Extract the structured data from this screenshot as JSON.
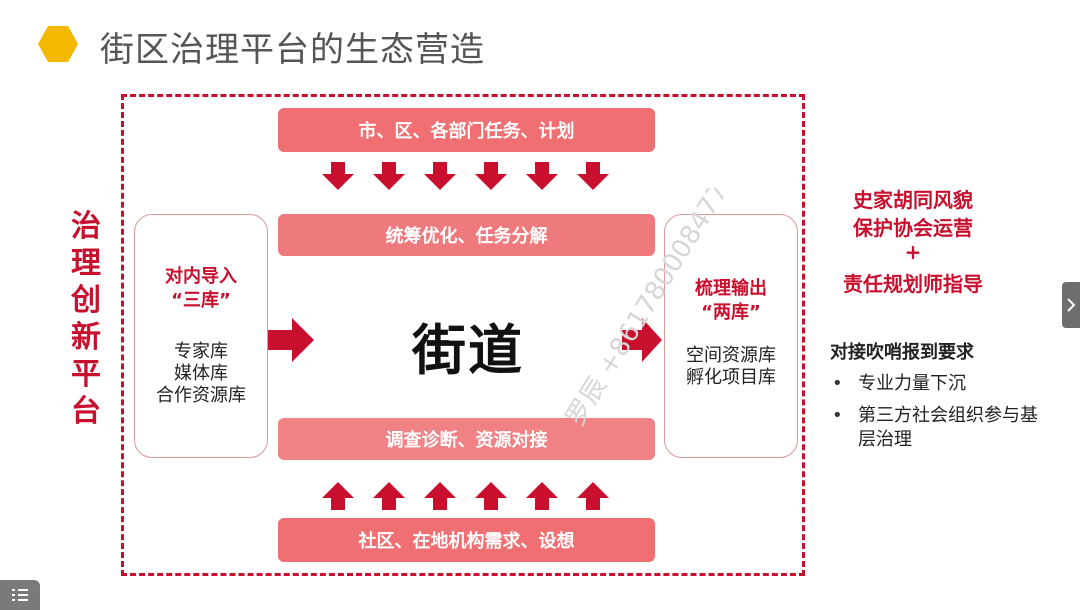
{
  "slide": {
    "title": "街区治理平台的生态营造",
    "vertical_label": "治理创新平台",
    "top_band": "市、区、各部门任务、计划",
    "coord_band": "统筹优化、任务分解",
    "center": "街道",
    "survey_band": "调查诊断、资源对接",
    "bottom_band": "社区、在地机构需求、设想",
    "left_box": {
      "head_1": "对内导入",
      "head_2": "“三库”",
      "items": [
        "专家库",
        "媒体库",
        "合作资源库"
      ]
    },
    "right_box": {
      "head_1": "梳理输出",
      "head_2": "“两库”",
      "items": [
        "空间资源库",
        "孵化项目库"
      ]
    },
    "ops": {
      "title_1": "史家胡同风貌",
      "title_2": "保护协会运营",
      "plus": "+",
      "subtitle": "责任规划师指导"
    },
    "requirements": {
      "head": "对接吹哨报到要求",
      "items": [
        "专业力量下沉",
        "第三方社会组织参与基层治理"
      ]
    },
    "watermark": "罗辰 +86178000847762"
  },
  "colors": {
    "accent_red": "#c8102e",
    "band": "#ef6f72",
    "band_light": "#f4b6b8",
    "hexagon": "#f5b800"
  },
  "icons": {
    "hexagon": "hexagon-icon",
    "next": "chevron-right-icon",
    "menu": "menu-list-icon"
  }
}
